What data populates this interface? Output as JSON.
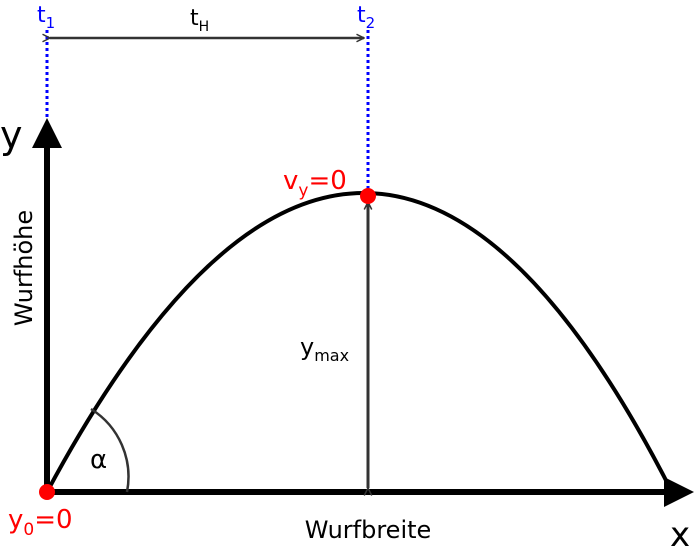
{
  "axes": {
    "y_axis_letter": "y",
    "x_axis_letter": "x",
    "y_axis_title": "Wurfhöhe",
    "x_axis_title": "Wurfbreite"
  },
  "time_markers": {
    "t1_base": "t",
    "t1_sub": "1",
    "t2_base": "t",
    "t2_sub": "2",
    "duration_base": "t",
    "duration_sub": "H"
  },
  "points": {
    "start_base": "y",
    "start_sub": "0",
    "start_eq": "=0",
    "apex_base": "v",
    "apex_sub": "y",
    "apex_eq": "=0"
  },
  "measurements": {
    "height_base": "y",
    "height_sub": "max",
    "angle_symbol": "α"
  },
  "colors": {
    "curve": "#000000",
    "axis": "#000000",
    "dimension_line": "#333333",
    "time_marker": "#0000ff",
    "point": "#ff0000",
    "point_label": "#ff0000",
    "angle_arc": "#333333"
  }
}
